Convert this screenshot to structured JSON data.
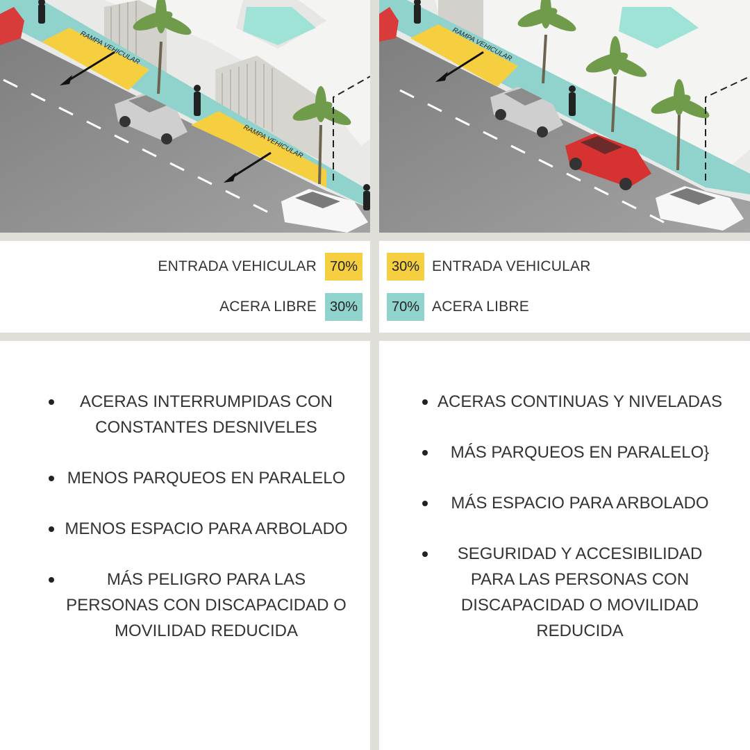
{
  "left_panel": {
    "scene_labels": [
      "RAMPA VEHICULAR",
      "RAMPA VEHICULAR"
    ],
    "legend": [
      {
        "label": "ENTRADA VEHICULAR",
        "value": "70%",
        "color": "#f5cf3f"
      },
      {
        "label": "ACERA LIBRE",
        "value": "30%",
        "color": "#8fd3cc"
      }
    ],
    "bullets": [
      "ACERAS INTERRUMPIDAS CON CONSTANTES DESNIVELES",
      "MENOS PARQUEOS EN PARALELO",
      "MENOS ESPACIO PARA ARBOLADO",
      "MÁS PELIGRO PARA LAS PERSONAS CON DISCAPACIDAD O MOVILIDAD REDUCIDA"
    ]
  },
  "right_panel": {
    "scene_labels": [
      "RAMPA VEHICULAR"
    ],
    "legend": [
      {
        "label": "ENTRADA VEHICULAR",
        "value": "30%",
        "color": "#f5cf3f"
      },
      {
        "label": "ACERA LIBRE",
        "value": "70%",
        "color": "#8fd3cc"
      }
    ],
    "bullets": [
      "ACERAS CONTINUAS Y NIVELADAS",
      "MÁS PARQUEOS EN PARALELO}",
      "MÁS ESPACIO PARA ARBOLADO",
      "SEGURIDAD Y ACCESIBILIDAD PARA LAS PERSONAS CON DISCAPACIDAD O MOVILIDAD REDUCIDA"
    ]
  },
  "colors": {
    "divider": "#e0ded8",
    "road": "#8a8a8a",
    "sidewalk": "#8fd3cc",
    "ramp": "#f5cf3f",
    "building": "#f2f2f2"
  },
  "icons": [
    "arrow-icon",
    "car-icon",
    "palm-tree-icon",
    "pedestrian-icon"
  ]
}
